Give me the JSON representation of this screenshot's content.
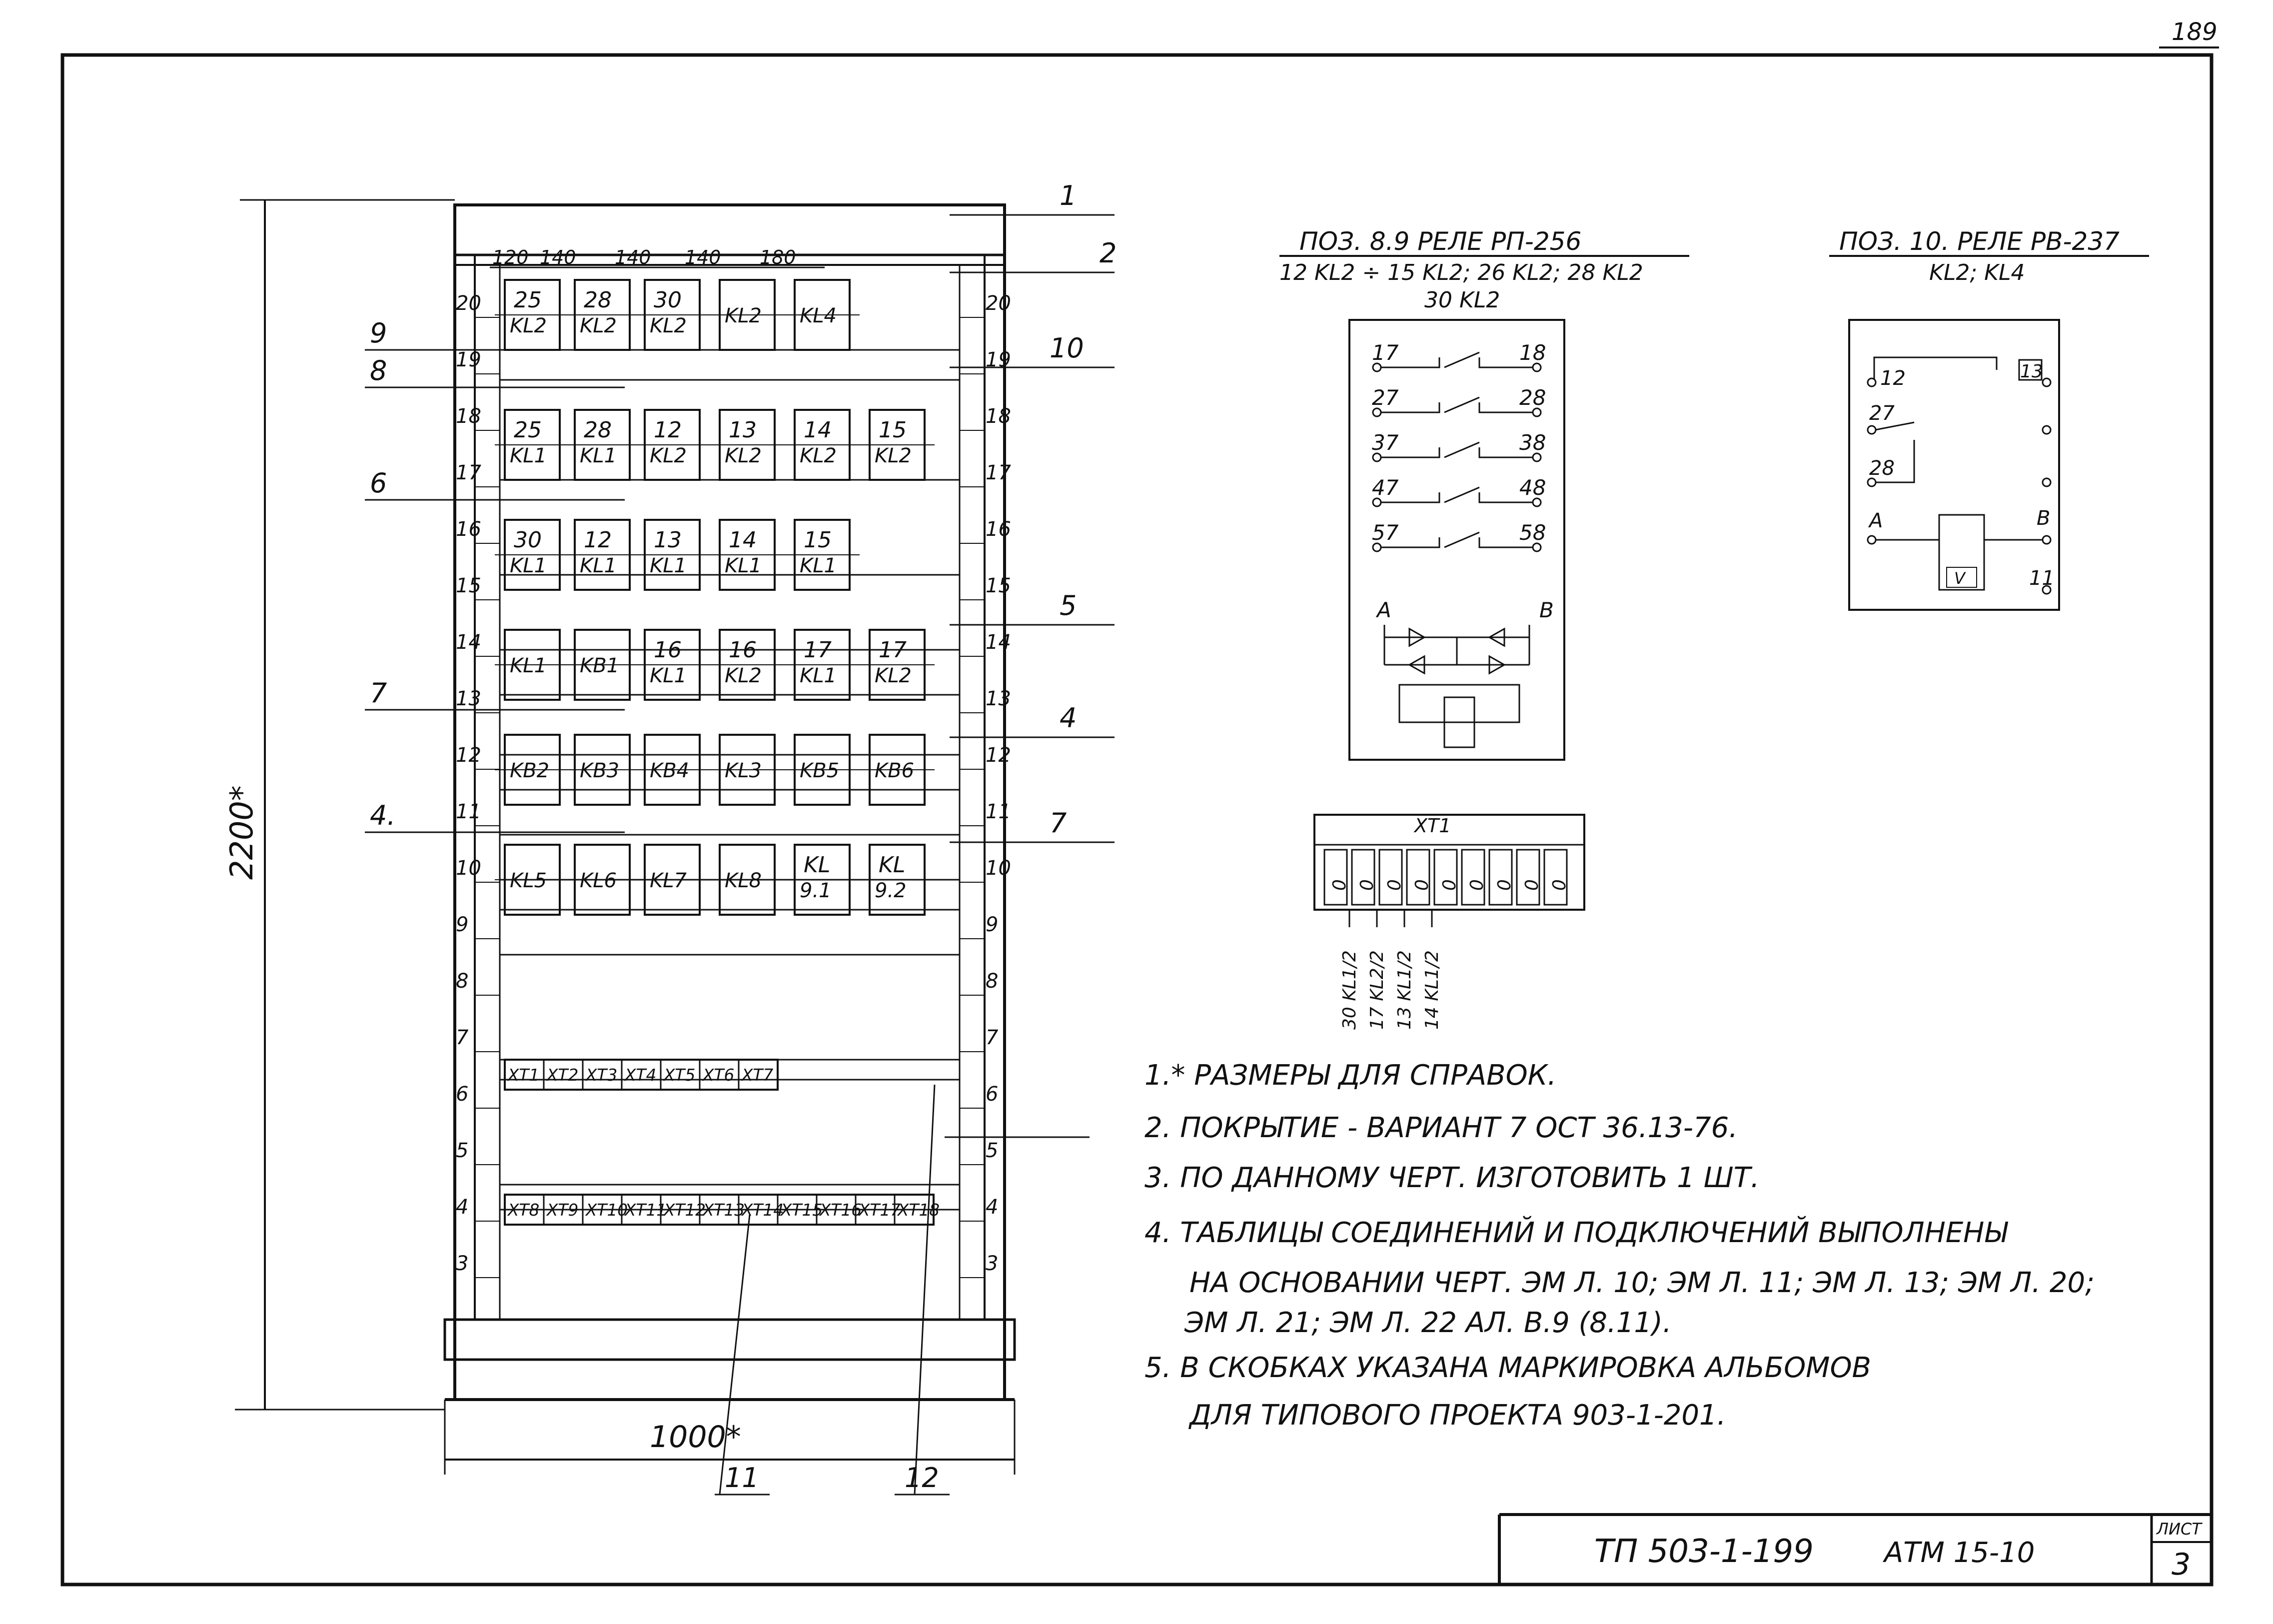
{
  "sheet_no_top": "189",
  "title_block": {
    "code": "ТП 503-1-199",
    "album": "АТМ 15-10",
    "sheet_label": "ЛИСТ",
    "sheet": "3"
  },
  "dims": {
    "height": "2200*",
    "width": "1000*",
    "top": [
      "120",
      "140",
      "140",
      "140",
      "180"
    ]
  },
  "rail_numbers": [
    "20",
    "19",
    "18",
    "17",
    "16",
    "15",
    "14",
    "13",
    "12",
    "11",
    "10",
    "9",
    "8",
    "7",
    "6",
    "5",
    "4",
    "3"
  ],
  "leaders_right": [
    "1",
    "2",
    "10",
    "5",
    "4",
    "7"
  ],
  "leaders_left": [
    "9",
    "8",
    "6",
    "7",
    "4."
  ],
  "leaders_bottom": [
    "11",
    "12"
  ],
  "relay_rows": [
    [
      [
        "25",
        "KL2"
      ],
      [
        "28",
        "KL2"
      ],
      [
        "30",
        "KL2"
      ],
      [
        "KL2"
      ],
      [
        "KL4"
      ]
    ],
    [
      [
        "25",
        "KL1"
      ],
      [
        "28",
        "KL1"
      ],
      [
        "12",
        "KL2"
      ],
      [
        "13",
        "KL2"
      ],
      [
        "14",
        "KL2"
      ],
      [
        "15",
        "KL2"
      ]
    ],
    [
      [
        "30",
        "KL1"
      ],
      [
        "12",
        "KL1"
      ],
      [
        "13",
        "KL1"
      ],
      [
        "14",
        "KL1"
      ],
      [
        "15",
        "KL1"
      ]
    ],
    [
      [
        "KL1"
      ],
      [
        "KB1"
      ],
      [
        "16",
        "KL1"
      ],
      [
        "16",
        "KL2"
      ],
      [
        "17",
        "KL1"
      ],
      [
        "17",
        "KL2"
      ]
    ],
    [
      [
        "KB2"
      ],
      [
        "KB3"
      ],
      [
        "KB4"
      ],
      [
        "KL3"
      ],
      [
        "KB5"
      ],
      [
        "KB6"
      ]
    ],
    [
      [
        "KL5"
      ],
      [
        "KL6"
      ],
      [
        "KL7"
      ],
      [
        "KL8"
      ],
      [
        "KL",
        "9.1"
      ],
      [
        "KL",
        "9.2"
      ]
    ]
  ],
  "terminal_strip1": [
    "XT1",
    "XT2",
    "XT3",
    "XT4",
    "XT5",
    "XT6",
    "XT7"
  ],
  "terminal_strip2": [
    "XT8",
    "XT9",
    "XT10",
    "XT11",
    "XT12",
    "XT13",
    "XT14",
    "XT15",
    "XT16",
    "XT17",
    "XT18"
  ],
  "relay1": {
    "title": "ПОЗ. 8.9 РЕЛЕ РП-256",
    "sub1": "12 KL2 ÷ 15 KL2; 26 KL2; 28 KL2",
    "sub2": "30 KL2",
    "contacts": [
      [
        "17",
        "18"
      ],
      [
        "27",
        "28"
      ],
      [
        "37",
        "38"
      ],
      [
        "47",
        "48"
      ],
      [
        "57",
        "58"
      ]
    ],
    "coil": [
      "A",
      "B"
    ]
  },
  "relay2": {
    "title": "ПОЗ. 10. РЕЛЕ РВ-237",
    "sub": "KL2; KL4",
    "pins": [
      "12",
      "13",
      "27",
      "28",
      "A",
      "B",
      "11"
    ],
    "mark": "V"
  },
  "xt1": {
    "label": "XT1",
    "cell_text": "0",
    "wires": [
      "30 KL1/2",
      "17 KL2/2",
      "13 KL1/2",
      "14 KL1/2"
    ]
  },
  "notes": [
    "1.* РАЗМЕРЫ ДЛЯ СПРАВОК.",
    "2.  ПОКРЫТИЕ - ВАРИАНТ 7 ОСТ 36.13-76.",
    "3.  ПО ДАННОМУ ЧЕРТ. ИЗГОТОВИТЬ 1 ШТ.",
    "4.  ТАБЛИЦЫ СОЕДИНЕНИЙ И ПОДКЛЮЧЕНИЙ ВЫПОЛНЕНЫ",
    "НА ОСНОВАНИИ ЧЕРТ. ЭМ Л. 10; ЭМ Л. 11; ЭМ Л. 13; ЭМ Л. 20;",
    "ЭМ Л. 21; ЭМ Л. 22 АЛ. В.9 (8.11).",
    "5.  В СКОБКАХ УКАЗАНА МАРКИРОВКА АЛЬБОМОВ",
    "ДЛЯ ТИПОВОГО ПРОЕКТА 903-1-201."
  ]
}
